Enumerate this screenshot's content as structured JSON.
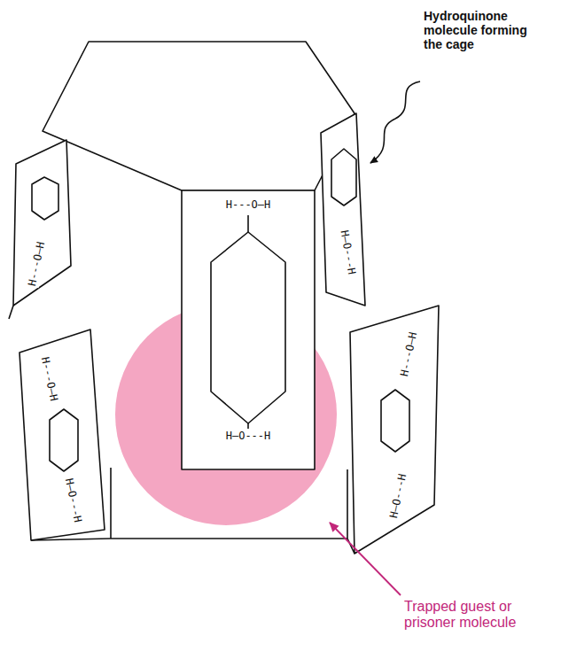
{
  "diagram": {
    "labels": [
      "Hydroquinone molecule forming the cage",
      "H---O—H",
      "H—O---H",
      "H---O—H",
      "H—O---H",
      "H---O—H",
      "H—O---H",
      "H---O—H",
      "H—O---H",
      "Trapped guest or prisoner molecule"
    ]
  }
}
